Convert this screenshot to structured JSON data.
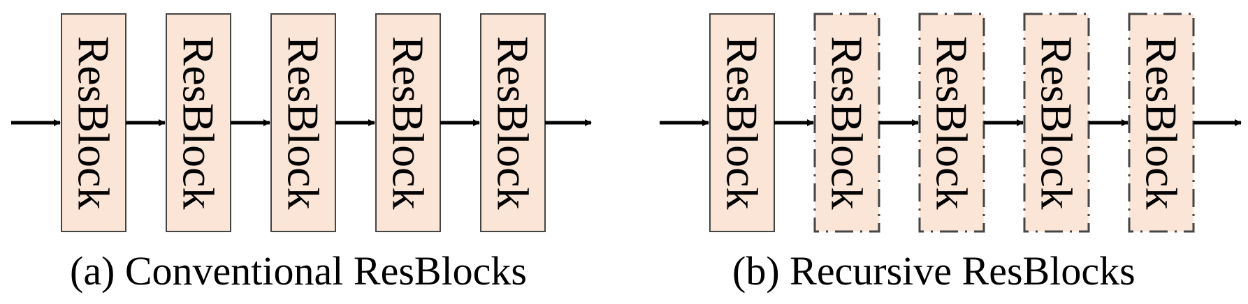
{
  "colors": {
    "block_fill": "#fbe5d6",
    "block_stroke": "#444444",
    "arrow": "#000000"
  },
  "diagram_a": {
    "caption": "(a) Conventional ResBlocks",
    "block_border": "solid",
    "blocks": [
      "ResBlock",
      "ResBlock",
      "ResBlock",
      "ResBlock",
      "ResBlock"
    ]
  },
  "diagram_b": {
    "caption": "(b) Recursive ResBlocks",
    "blocks": [
      {
        "label": "ResBlock",
        "border": "solid"
      },
      {
        "label": "ResBlock",
        "border": "dash-dot"
      },
      {
        "label": "ResBlock",
        "border": "dash-dot"
      },
      {
        "label": "ResBlock",
        "border": "dash-dot"
      },
      {
        "label": "ResBlock",
        "border": "dash-dot"
      }
    ]
  }
}
